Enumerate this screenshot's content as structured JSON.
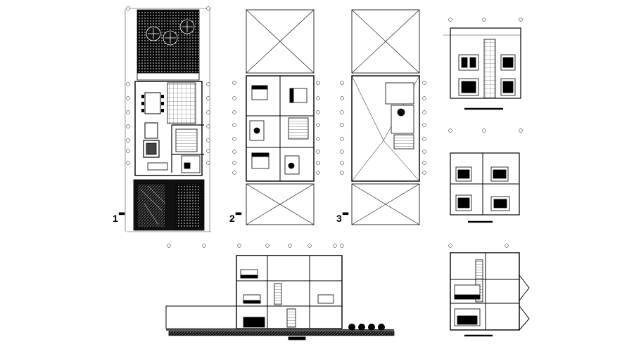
{
  "drawing": {
    "plans": [
      {
        "number": "1",
        "name_mark": "▀▀"
      },
      {
        "number": "2",
        "name_mark": "▀▀"
      },
      {
        "number": "3",
        "name_mark": "▀▀"
      }
    ],
    "colors": {
      "ink": "#000000",
      "paper": "#ffffff",
      "hatch": "#1a1a1a"
    }
  }
}
